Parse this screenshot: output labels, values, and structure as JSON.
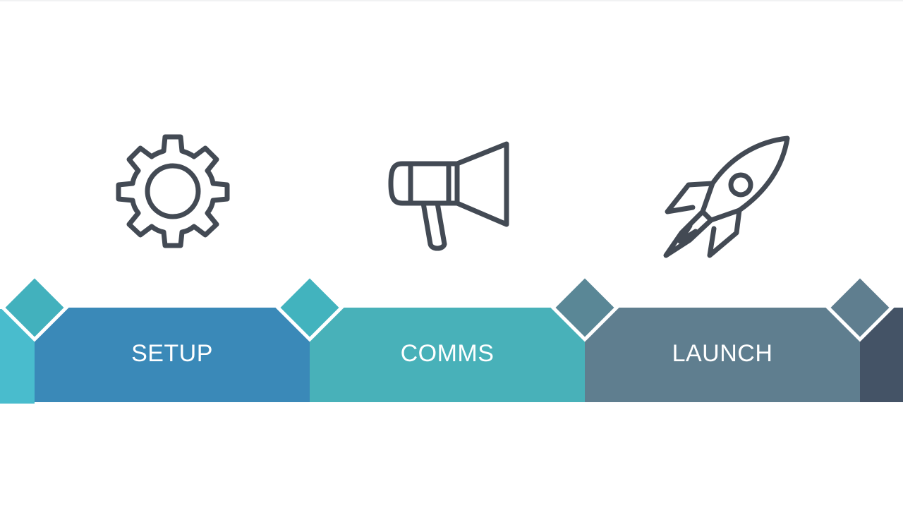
{
  "stages": [
    {
      "label": "SETUP",
      "icon": "gear-icon",
      "color": "#3a89b8"
    },
    {
      "label": "COMMS",
      "icon": "megaphone-icon",
      "color": "#48b1b9"
    },
    {
      "label": "LAUNCH",
      "icon": "rocket-icon",
      "color": "#5f7e8f"
    }
  ],
  "edge_colors": {
    "left": "#49bccd",
    "right": "#445366"
  },
  "icon_stroke_color": "#434a54",
  "marker_colors": [
    "#42b1bd",
    "#42b3be",
    "#5a8796",
    "#5f7e8f"
  ]
}
